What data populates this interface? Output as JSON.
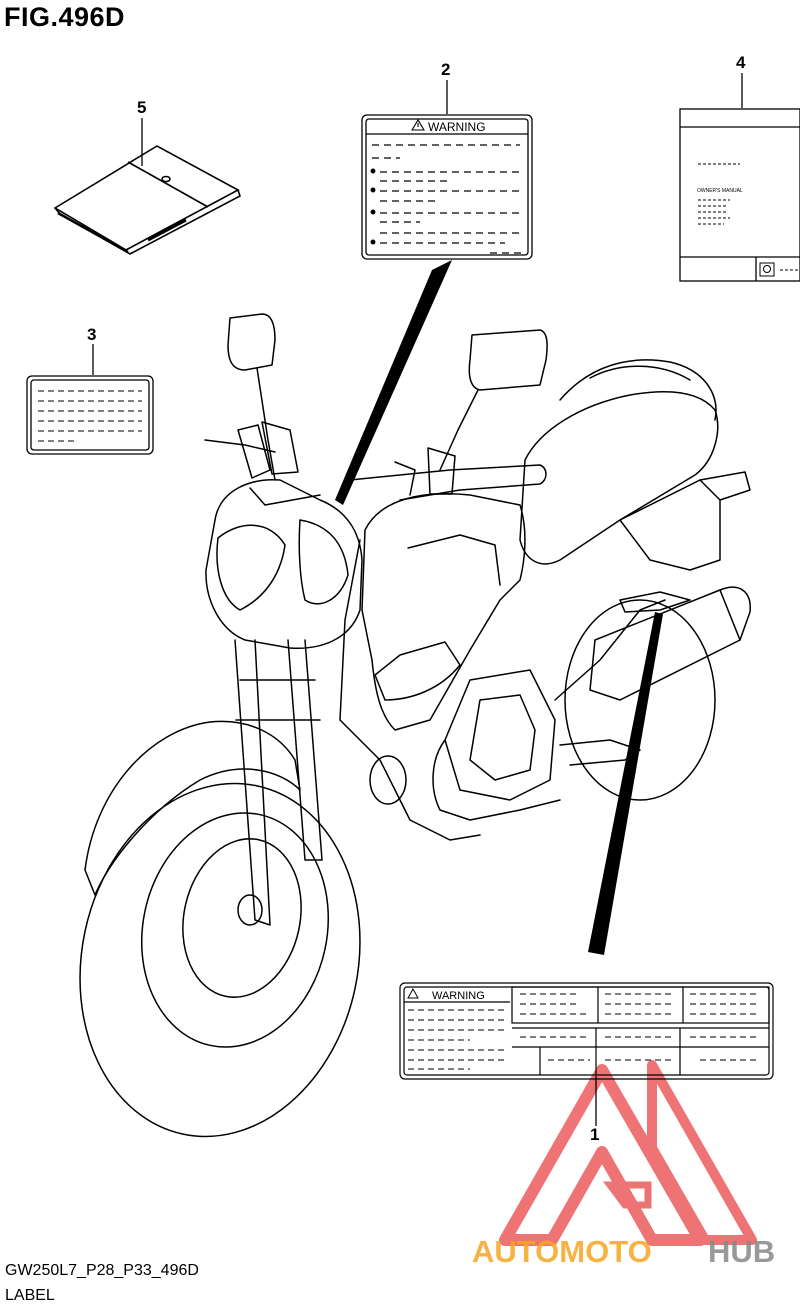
{
  "figure": {
    "title": "FIG.496D"
  },
  "footer": {
    "model_code": "GW250L7_P28_P33_496D",
    "section_name": "LABEL"
  },
  "callouts": {
    "c1": "1",
    "c2": "2",
    "c3": "3",
    "c4": "4",
    "c5": "5"
  },
  "labels": {
    "warning_label_text": "WARNING",
    "main_label_warning_text": "WARNING",
    "manual_cover_text": "OWNER'S MANUAL"
  },
  "watermark": {
    "part1": "AUTOMOTO",
    "part2": "HUB",
    "color_primary": "#f5a623",
    "color_secondary": "#888888",
    "logo_color": "#e8393a"
  },
  "colors": {
    "line": "#000000",
    "background": "#ffffff"
  }
}
